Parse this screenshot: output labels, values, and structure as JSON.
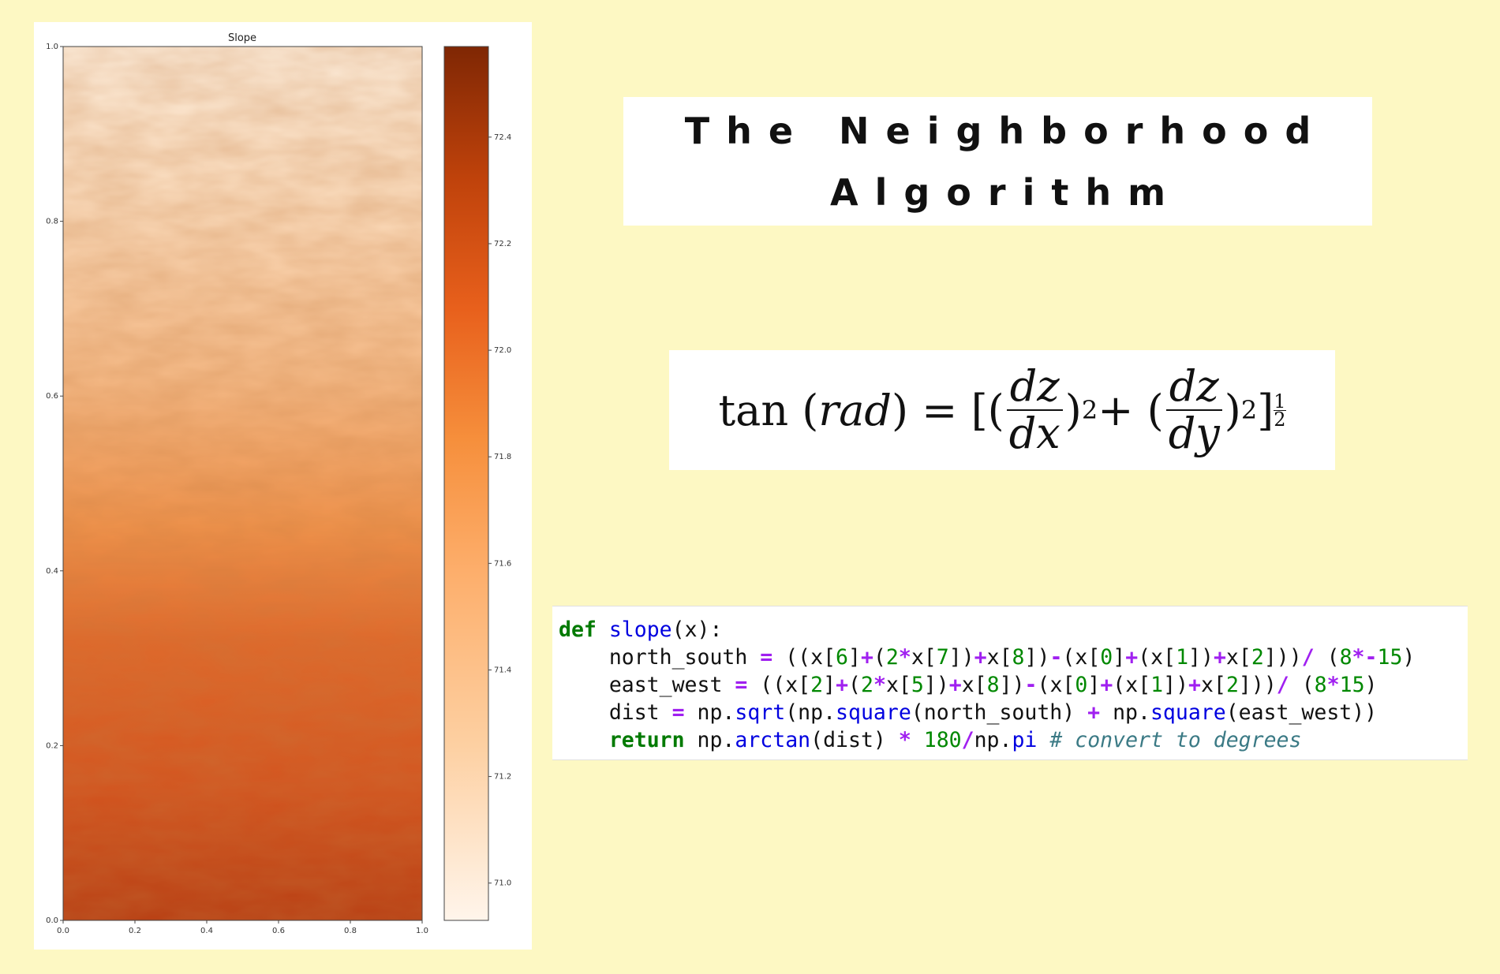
{
  "plot": {
    "title": "Slope",
    "x_ticks": [
      "0.0",
      "0.2",
      "0.4",
      "0.6",
      "0.8",
      "1.0"
    ],
    "y_ticks": [
      "0.0",
      "0.2",
      "0.4",
      "0.6",
      "0.8",
      "1.0"
    ],
    "colorbar_ticks": [
      "71.0",
      "71.2",
      "71.4",
      "71.6",
      "71.8",
      "72.0",
      "72.2",
      "72.4"
    ],
    "colorbar_range": [
      70.93,
      72.57
    ],
    "colormap": [
      "#fff5eb",
      "#fdd0a2",
      "#fdae6b",
      "#f16913",
      "#d94801",
      "#a63603",
      "#7f2704"
    ]
  },
  "title": {
    "line1": "The Neighborhood",
    "line2": "Algorithm"
  },
  "formula": {
    "tan": "tan",
    "lparen": "(",
    "rad": "rad",
    "rparen_eq": ") = [(",
    "dz1": "dz",
    "dx": "dx",
    "close1": ")",
    "exp1": "2",
    "plus": " + (",
    "dz2": "dz",
    "dy": "dy",
    "close2": ")",
    "exp2": "2",
    "bracket": "]",
    "half_num": "1",
    "half_den": "2"
  },
  "code": {
    "l1_def": "def",
    "l1_fn": "slope",
    "l1_rest": "(x):",
    "l2_a": "    north_south ",
    "l2_eq": "=",
    "l2_b": " ((x[",
    "l2_n6": "6",
    "l2_c": "]",
    "l2_p1": "+",
    "l2_d": "(",
    "l2_n2": "2",
    "l2_m1": "*",
    "l2_e": "x[",
    "l2_n7": "7",
    "l2_f": "])",
    "l2_p2": "+",
    "l2_g": "x[",
    "l2_n8": "8",
    "l2_h": "])",
    "l2_minus": "-",
    "l2_i": "(x[",
    "l2_n0": "0",
    "l2_j": "]",
    "l2_p3": "+",
    "l2_k": "(x[",
    "l2_n1": "1",
    "l2_l": "])",
    "l2_p4": "+",
    "l2_m": "x[",
    "l2_n2b": "2",
    "l2_o": "]))",
    "l2_div": "/",
    "l2_q": " (",
    "l2_n8b": "8",
    "l2_m2": "*",
    "l2_neg": "-",
    "l2_n15": "15",
    "l2_r": ")",
    "l3_a": "    east_west ",
    "l3_eq": "=",
    "l3_b": " ((x[",
    "l3_n2": "2",
    "l3_c": "]",
    "l3_p1": "+",
    "l3_d": "(",
    "l3_n2b": "2",
    "l3_m1": "*",
    "l3_e": "x[",
    "l3_n5": "5",
    "l3_f": "])",
    "l3_p2": "+",
    "l3_g": "x[",
    "l3_n8": "8",
    "l3_h": "])",
    "l3_minus": "-",
    "l3_i": "(x[",
    "l3_n0": "0",
    "l3_j": "]",
    "l3_p3": "+",
    "l3_k": "(x[",
    "l3_n1": "1",
    "l3_l": "])",
    "l3_p4": "+",
    "l3_m": "x[",
    "l3_n2c": "2",
    "l3_o": "]))",
    "l3_div": "/",
    "l3_q": " (",
    "l3_n8b": "8",
    "l3_m2": "*",
    "l3_n15": "15",
    "l3_r": ")",
    "l4_a": "    dist ",
    "l4_eq": "=",
    "l4_b": " np.",
    "l4_sqrt": "sqrt",
    "l4_c": "(np.",
    "l4_sq1": "square",
    "l4_d": "(north_south) ",
    "l4_plus": "+",
    "l4_e": " np.",
    "l4_sq2": "square",
    "l4_f": "(east_west))",
    "l5_ind": "    ",
    "l5_ret": "return",
    "l5_a": " np.",
    "l5_arctan": "arctan",
    "l5_b": "(dist) ",
    "l5_mul": "*",
    "l5_sp": " ",
    "l5_n180": "180",
    "l5_div": "/",
    "l5_c": "np.",
    "l5_pi": "pi",
    "l5_sp2": " ",
    "l5_cm": "# convert to degrees"
  }
}
